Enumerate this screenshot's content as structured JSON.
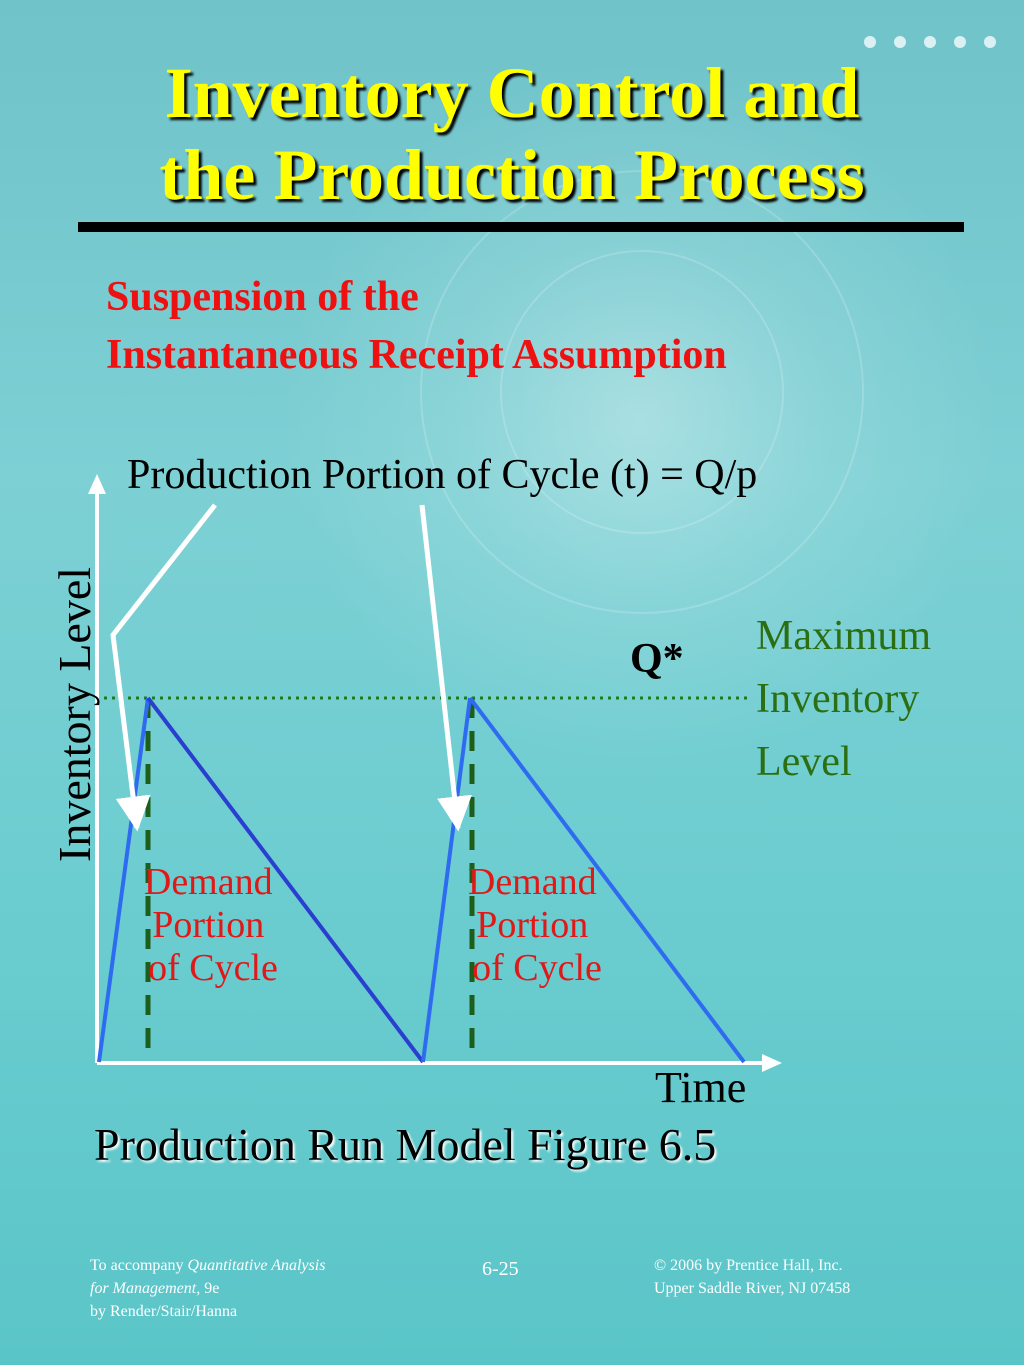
{
  "slide": {
    "title_line1": "Inventory Control and",
    "title_line2": "the Production Process",
    "subtitle_line1": "Suspension of the",
    "subtitle_line2": "Instantaneous Receipt Assumption",
    "caption": "Production Run Model Figure 6.5"
  },
  "diagram": {
    "production_label": "Production Portion of Cycle (t) = Q/p",
    "y_axis_label": "Inventory Level",
    "x_axis_label": "Time",
    "q_star_label": "Q*",
    "max_label_lines": [
      "Maximum",
      "Inventory",
      "Level"
    ],
    "demand_label_lines": [
      "Demand",
      "Portion",
      "of Cycle"
    ],
    "colors": {
      "title": "#ffff00",
      "subtitle": "#ee1111",
      "production_line": "#2f6bf0",
      "demand_line": "#2a3fd0",
      "q_star_line": "#1f7a1f",
      "max_label": "#2c6e12",
      "demand_label": "#e01818"
    }
  },
  "footer": {
    "left_line1_prefix": "To accompany ",
    "left_line1_italic": "Quantitative Analysis",
    "left_line2_italic": "for Management,",
    "left_line2_suffix": " 9e",
    "left_line3": "by Render/Stair/Hanna",
    "page_number": "6-25",
    "right_line1": "© 2006 by Prentice Hall, Inc.",
    "right_line2": "Upper Saddle River,  NJ 07458"
  }
}
